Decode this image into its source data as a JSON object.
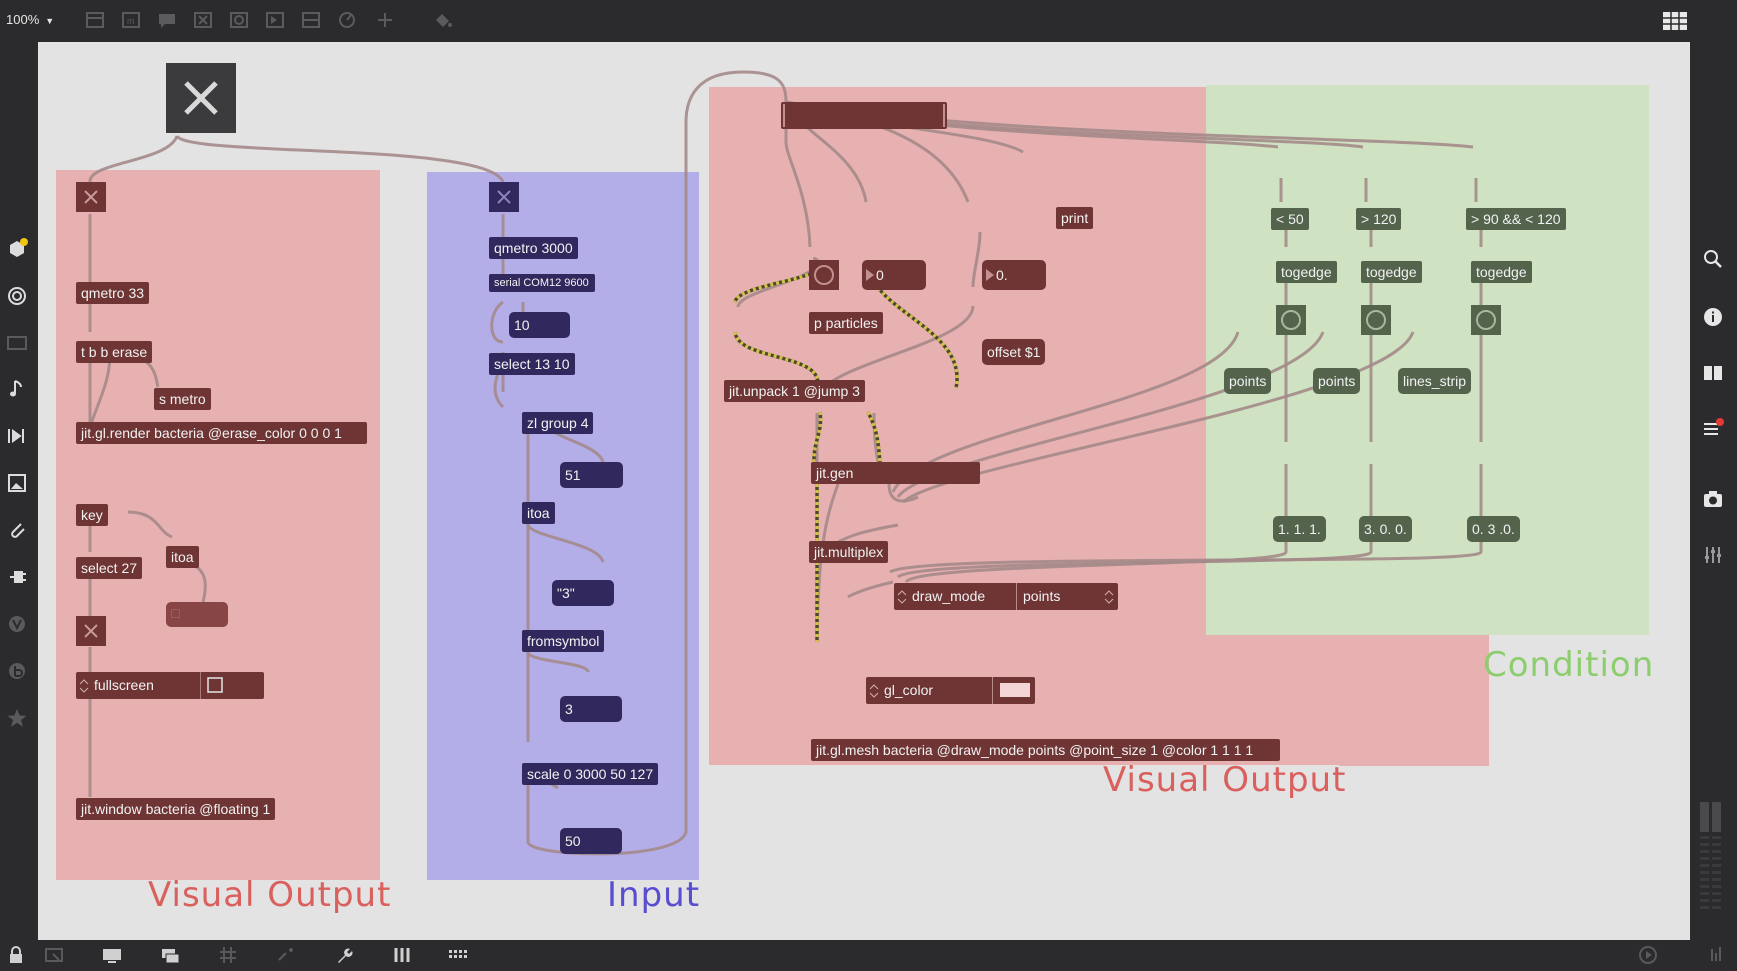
{
  "toolbar": {
    "zoom": "100%",
    "zoom_caret": "▼",
    "icons": [
      "presentation-icon",
      "message-icon",
      "comment-icon",
      "button-icon",
      "toggle-icon",
      "number-icon",
      "slider-icon",
      "dial-icon",
      "plus-icon",
      "paint-bucket-icon",
      "grid-view-icon"
    ]
  },
  "sidebar_left": [
    "package-icon",
    "target-icon",
    "window-icon",
    "music-note-icon",
    "step-icon",
    "image-icon",
    "paperclip-icon",
    "plug-icon",
    "v-icon",
    "b-icon",
    "star-icon"
  ],
  "sidebar_right": [
    "search-icon",
    "info-icon",
    "columns-icon",
    "list-icon",
    "camera-icon",
    "mixer-icon"
  ],
  "bottombar": [
    "lock-icon",
    "presentation-icon",
    "monitor-icon",
    "layers-icon",
    "grid-icon",
    "snap-icon",
    "wrench-icon",
    "columns-icon",
    "keyboard-icon",
    "play-icon"
  ],
  "panels": {
    "visual_output_left": "Visual Output",
    "input": "Input",
    "visual_output_center": "Visual Output",
    "condition": "Condition"
  },
  "objects": {
    "left": {
      "qmetro": "qmetro 33",
      "trigger": "t b b erase",
      "send_metro": "s metro",
      "render": "jit.gl.render bacteria @erase_color 0 0 0 1",
      "key": "key",
      "select": "select 27",
      "itoa": "itoa",
      "msg_box": "□",
      "fullscreen": "fullscreen",
      "window": "jit.window bacteria @floating 1"
    },
    "input": {
      "qmetro": "qmetro 3000",
      "serial": "serial COM12 9600",
      "num10": "10",
      "select": "select 13 10",
      "zl": "zl group 4",
      "num51": "51",
      "itoa": "itoa",
      "msg3": "\"3\"",
      "fromsymbol": "fromsymbol",
      "num3": "3",
      "scale": "scale 0 3000 50 127",
      "num50": "50"
    },
    "center": {
      "print": "print",
      "num0": "0",
      "num0f": "0.",
      "particles": "p particles",
      "offset": "offset $1",
      "unpack": "jit.unpack 1 @jump 3",
      "gen": "jit.gen",
      "multiplex": "jit.multiplex",
      "draw_mode_attr": "draw_mode",
      "draw_mode_val": "points",
      "gl_color": "gl_color",
      "gl_color_swatch": "#f4d6d6",
      "mesh": "jit.gl.mesh bacteria @draw_mode points @point_size 1 @color 1 1 1 1"
    },
    "condition": {
      "lt50": "< 50",
      "gt120": "> 120",
      "range": "> 90 && < 120",
      "togedge1": "togedge",
      "togedge2": "togedge",
      "togedge3": "togedge",
      "points1": "points",
      "points2": "points",
      "lines_strip": "lines_strip",
      "color1": "1. 1. 1.",
      "color2": "3. 0. 0.",
      "color3": "0. 3 .0."
    }
  },
  "colors": {
    "visual_panel": "#e8b1b1",
    "input_panel": "#b3aee8",
    "condition_panel": "#cfe3c2",
    "visual_label": "#d9605d",
    "input_label": "#5a4ed0",
    "condition_label": "#8ccd6e"
  }
}
